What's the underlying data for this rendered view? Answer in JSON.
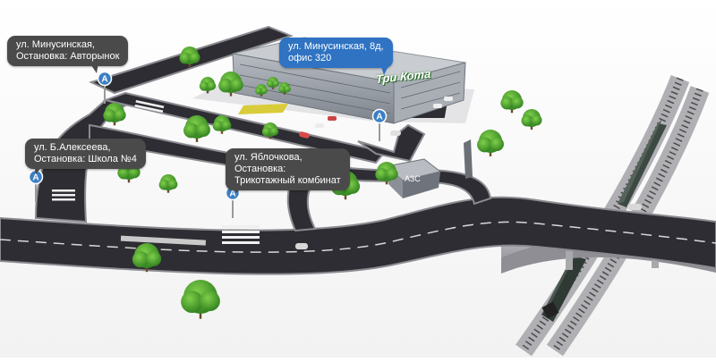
{
  "callouts": [
    {
      "id": "minusinskaya",
      "lines": [
        "ул. Минусинская,",
        "Остановка: Авторынок"
      ]
    },
    {
      "id": "office",
      "lines": [
        "ул. Минусинская, 8д,",
        "офис 320"
      ]
    },
    {
      "id": "alekseeva",
      "lines": [
        "ул. Б.Алексеева,",
        "Остановка: Школа №4"
      ]
    },
    {
      "id": "yablochkova",
      "lines": [
        "ул. Яблочкова,",
        "Остановка:",
        "Трикотажный комбинат"
      ]
    }
  ],
  "bus_stop_symbol": "A",
  "building_sign": "Три Кота",
  "gas_station_label": "АЗС",
  "colors": {
    "road": "#2e2d33",
    "road_edge": "#8a8a90",
    "callout": "#4a4a4a",
    "callout_highlight": "#2f73c2",
    "bus_stop": "#3b7fc4",
    "tree": "#3f9a2a",
    "building": "#9aa2ab",
    "brand_green": "#36a836"
  },
  "icons": [
    "bus-stop-icon",
    "tree-icon",
    "building-icon",
    "gas-station-icon",
    "train-icon",
    "car-icon"
  ]
}
